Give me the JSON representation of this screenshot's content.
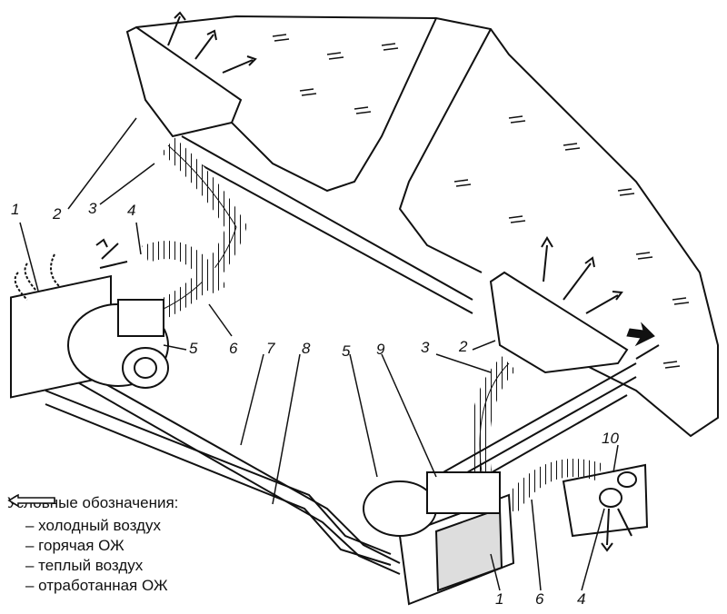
{
  "callouts": [
    {
      "id": "c1a",
      "text": "1"
    },
    {
      "id": "c2a",
      "text": "2"
    },
    {
      "id": "c3a",
      "text": "3"
    },
    {
      "id": "c4a",
      "text": "4"
    },
    {
      "id": "c5a",
      "text": "5"
    },
    {
      "id": "c6a",
      "text": "6"
    },
    {
      "id": "c7",
      "text": "7"
    },
    {
      "id": "c8",
      "text": "8"
    },
    {
      "id": "c5b",
      "text": "5"
    },
    {
      "id": "c9",
      "text": "9"
    },
    {
      "id": "c3b",
      "text": "3"
    },
    {
      "id": "c2b",
      "text": "2"
    },
    {
      "id": "c10",
      "text": "10"
    },
    {
      "id": "c1b",
      "text": "1"
    },
    {
      "id": "c6b",
      "text": "6"
    },
    {
      "id": "c4b",
      "text": "4"
    }
  ],
  "legend": {
    "title": "Условные обозначения:",
    "items": [
      {
        "symbol": "cold-air-arrow-icon",
        "label": "– холодный воздух"
      },
      {
        "symbol": "hot-coolant-arrow-icon",
        "label": "– горячая ОЖ"
      },
      {
        "symbol": "warm-air-arrow-icon",
        "label": "– теплый воздух"
      },
      {
        "symbol": "spent-coolant-arrow-icon",
        "label": "– отработанная ОЖ"
      }
    ]
  }
}
